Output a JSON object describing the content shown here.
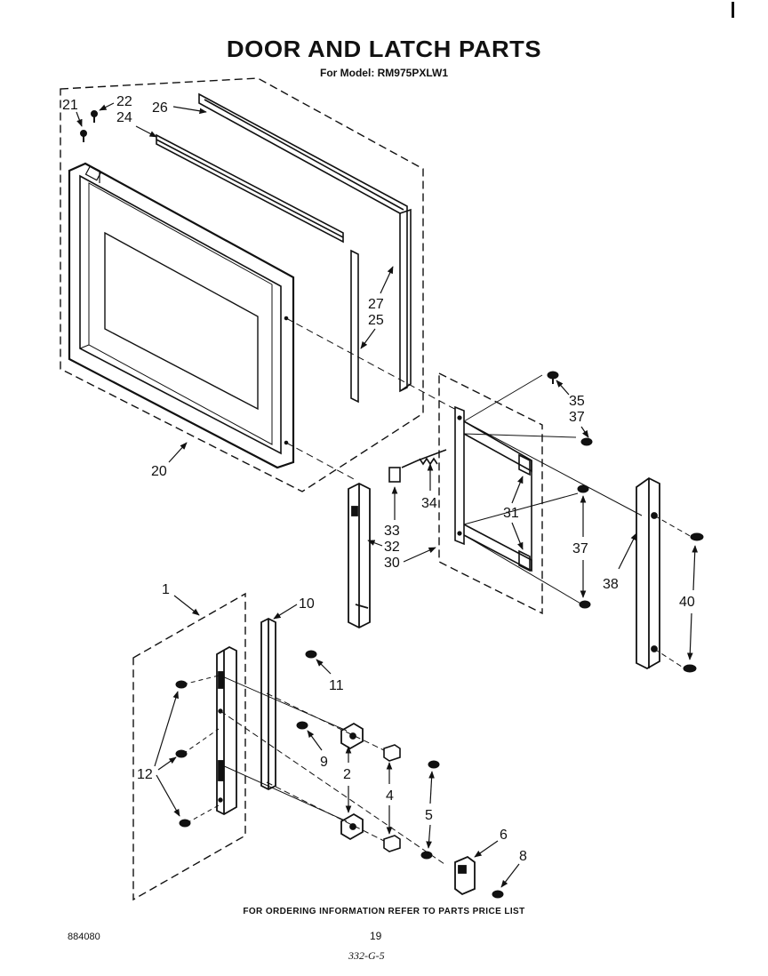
{
  "title": "DOOR AND LATCH PARTS",
  "subtitle": "For Model: RM975PXLW1",
  "footer_note": "FOR ORDERING INFORMATION REFER TO PARTS PRICE LIST",
  "document_number": "884080",
  "page_number": "19",
  "handwritten_code": "332-G-5",
  "callouts": {
    "c1": "1",
    "c2": "2",
    "c4": "4",
    "c5": "5",
    "c6": "6",
    "c8": "8",
    "c9": "9",
    "c10": "10",
    "c11": "11",
    "c12": "12",
    "c20": "20",
    "c21": "21",
    "c22": "22",
    "c24": "24",
    "c25": "25",
    "c26": "26",
    "c27": "27",
    "c30": "30",
    "c31": "31",
    "c32": "32",
    "c33": "33",
    "c34": "34",
    "c35": "35",
    "c37a": "37",
    "c37b": "37",
    "c38": "38",
    "c40": "40"
  }
}
